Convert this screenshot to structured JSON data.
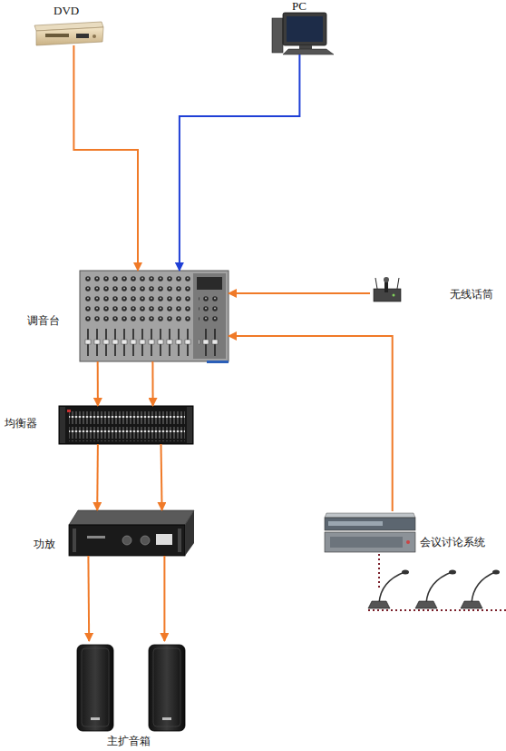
{
  "diagram": {
    "nodes": [
      {
        "text": [
          "DVD"
        ]
      },
      {
        "text": [
          "PC"
        ]
      },
      {
        "text": [
          "调音台"
        ]
      },
      {
        "text": [
          "无线话筒"
        ]
      },
      {
        "text": [
          "均衡器"
        ]
      },
      {
        "text": [
          "功放"
        ]
      },
      {
        "text": [
          "会议讨论系统"
        ]
      },
      {
        "text": [
          "主扩音箱"
        ]
      }
    ],
    "edges": [
      {
        "from": 0,
        "to": 2,
        "arrow": "to"
      },
      {
        "from": 1,
        "to": 2,
        "arrow": "to"
      },
      {
        "from": 3,
        "to": 2,
        "arrow": "to"
      },
      {
        "from": 6,
        "to": 2,
        "arrow": "to"
      },
      {
        "from": 2,
        "to": 4,
        "arrow": "to"
      },
      {
        "from": 2,
        "to": 4,
        "arrow": "to"
      },
      {
        "from": 4,
        "to": 5,
        "arrow": "to"
      },
      {
        "from": 4,
        "to": 5,
        "arrow": "to"
      },
      {
        "from": 5,
        "to": 7,
        "arrow": "to"
      },
      {
        "from": 5,
        "to": 7,
        "arrow": "to"
      }
    ]
  }
}
